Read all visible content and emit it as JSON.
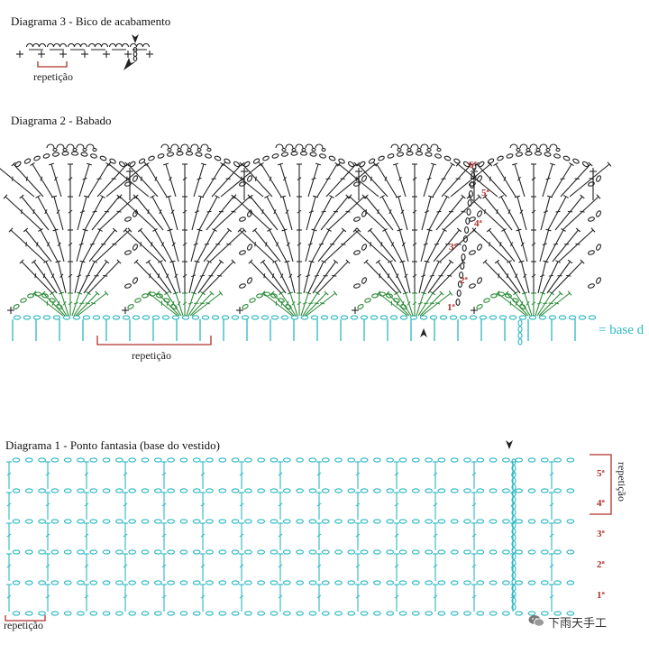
{
  "colors": {
    "teal": "#2bb7c4",
    "green": "#2e8b3a",
    "black": "#222222",
    "red": "#b0302a"
  },
  "diagram3": {
    "title": "Diagrama 3 - Bico de acabamento",
    "repeat_label": "repetição"
  },
  "diagram2": {
    "title": "Diagrama 2 - Babado",
    "repeat_label": "repetição",
    "base_label": "= base d",
    "rows": [
      "1ª",
      "2ª",
      "3ª",
      "4ª",
      "5ª",
      "6ª"
    ]
  },
  "diagram1": {
    "title": "Diagrama 1 - Ponto fantasia (base do vestido)",
    "repeat_label": "repetição",
    "repeat_label_vertical": "repetição",
    "rows": [
      "1ª",
      "2ª",
      "3ª",
      "4ª",
      "5ª"
    ]
  },
  "watermark": {
    "text": "下雨天手工",
    "icon": "wechat-icon"
  }
}
